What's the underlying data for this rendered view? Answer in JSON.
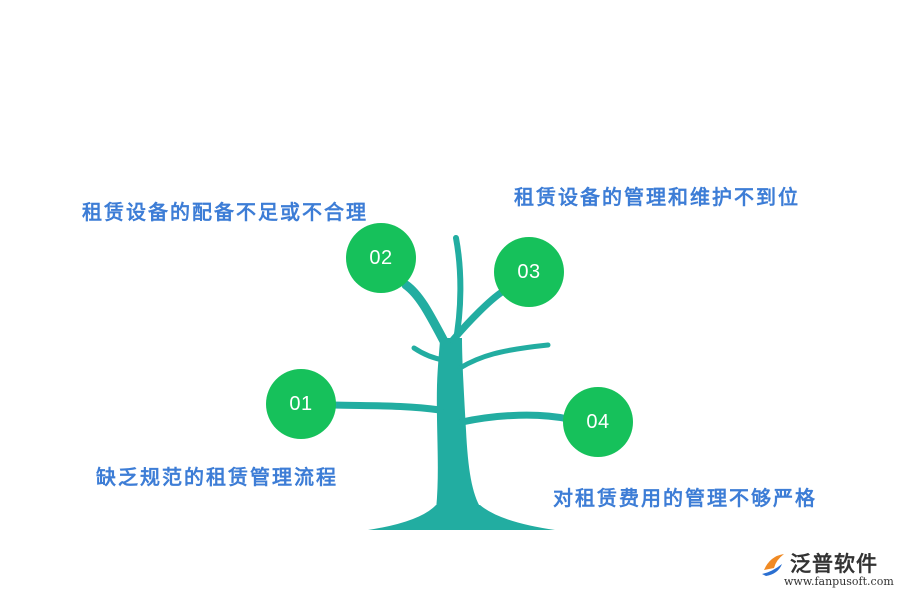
{
  "colors": {
    "tree": "#22ada1",
    "node": "#16c15b",
    "caption": "#3d7dd6",
    "logo_orange": "#f08a24",
    "logo_blue": "#2a6fd1"
  },
  "nodes": [
    {
      "number": "01",
      "label": "缺乏规范的租赁管理流程"
    },
    {
      "number": "02",
      "label": "租赁设备的配备不足或不合理"
    },
    {
      "number": "03",
      "label": "租赁设备的管理和维护不到位"
    },
    {
      "number": "04",
      "label": "对租赁费用的管理不够严格"
    }
  ],
  "logo": {
    "brand": "泛普软件",
    "url": "www.fanpusoft.com"
  }
}
